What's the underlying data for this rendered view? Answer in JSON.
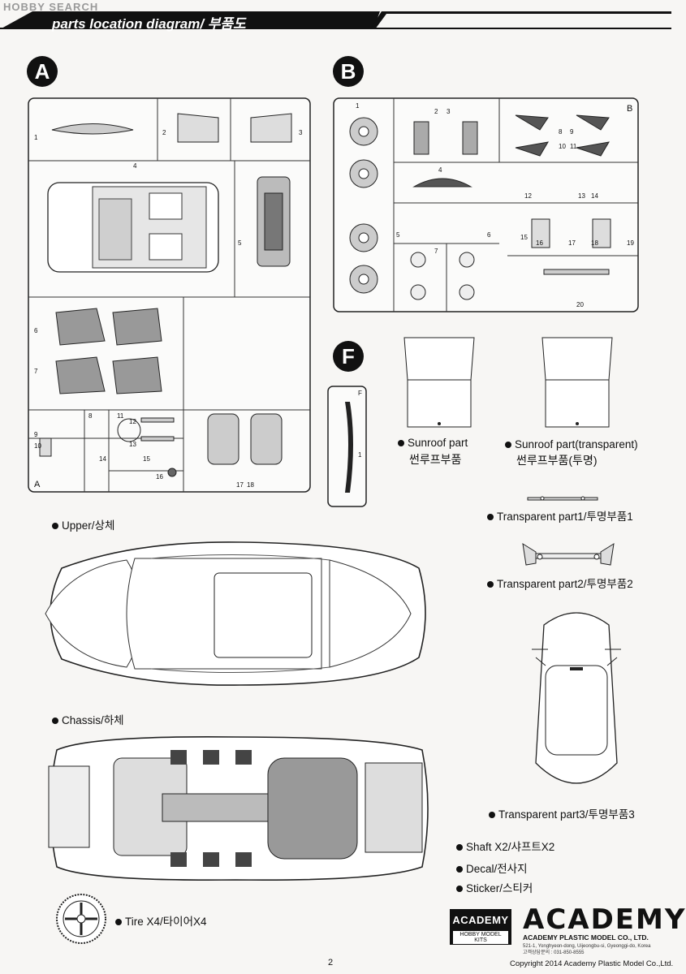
{
  "header": {
    "watermark": "HOBBY SEARCH",
    "title": "parts location diagram/ 부품도"
  },
  "sections": {
    "a": "A",
    "b": "B",
    "f": "F"
  },
  "sprue_a": {
    "corner": "A",
    "numbers": [
      "1",
      "2",
      "3",
      "4",
      "5",
      "6",
      "7",
      "8",
      "9",
      "10",
      "11",
      "12",
      "13",
      "14",
      "15",
      "16",
      "17",
      "18"
    ]
  },
  "sprue_b": {
    "corner": "B",
    "numbers": [
      "1",
      "2",
      "3",
      "4",
      "5",
      "6",
      "7",
      "8",
      "9",
      "10",
      "11",
      "12",
      "13",
      "14",
      "15",
      "16",
      "17",
      "18",
      "19",
      "20"
    ]
  },
  "sprue_f": {
    "corner": "F",
    "numbers": [
      "1"
    ]
  },
  "parts": {
    "sunroof": {
      "en": "Sunroof part",
      "ko": "썬루프부품"
    },
    "sunroof_clear": {
      "en": "Sunroof part(transparent)",
      "ko": "썬루프부품(투명)"
    },
    "trans1": "Transparent part1/투명부품1",
    "trans2": "Transparent part2/투명부품2",
    "trans3": "Transparent part3/투명부품3",
    "upper": "Upper/상체",
    "chassis": "Chassis/하체",
    "shaft": "Shaft X2/샤프트X2",
    "decal": "Decal/전사지",
    "sticker": "Sticker/스티커",
    "tire": "Tire X4/타이어X4"
  },
  "brand": {
    "box_title": "ACADEMY",
    "box_sub": "HOBBY MODEL KITS",
    "logo": "ACADEMY",
    "company": "ACADEMY PLASTIC MODEL CO., LTD.",
    "address": "521-1, Yonghyeon-dong, Uijeongbu-si, Gyeonggi-do, Korea",
    "contact": "고객상담문의 : 031-850-8555"
  },
  "footer": {
    "page": "2",
    "copyright": "Copyright 2014 Academy Plastic Model Co.,Ltd."
  },
  "icons": [
    "section-badge-icon",
    "bullet-dot-icon",
    "sprue-frame-icon",
    "car-outline-icon",
    "tire-icon"
  ]
}
